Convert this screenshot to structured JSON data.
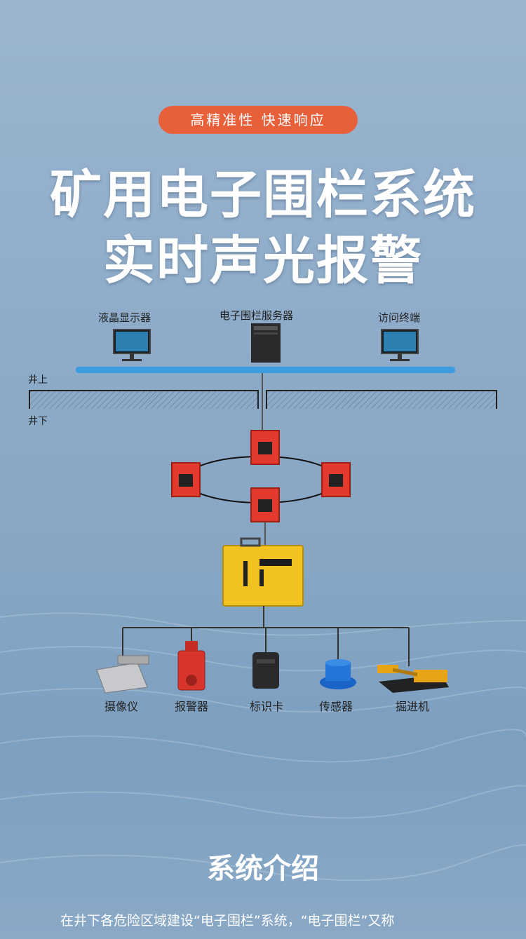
{
  "badge": "高精准性  快速响应",
  "title_line1": "矿用电子围栏系统",
  "title_line2": "实时声光报警",
  "diagram": {
    "lcd_label": "液晶显示器",
    "server_label": "电子围栏服务器",
    "terminal_label": "访问终端",
    "above_ground": "井上",
    "below_ground": "井下",
    "devices": [
      "摄像仪",
      "报警器",
      "标识卡",
      "传感器",
      "掘进机"
    ]
  },
  "section_title": "系统介绍",
  "intro_text": "在井下各危险区域建设“电子围栏”系统，“电子围栏”又称",
  "colors": {
    "badge": "#e8603a",
    "network_bar": "#3d9be0",
    "switch_red": "#e23b2e",
    "controller_yellow": "#f2c220"
  }
}
